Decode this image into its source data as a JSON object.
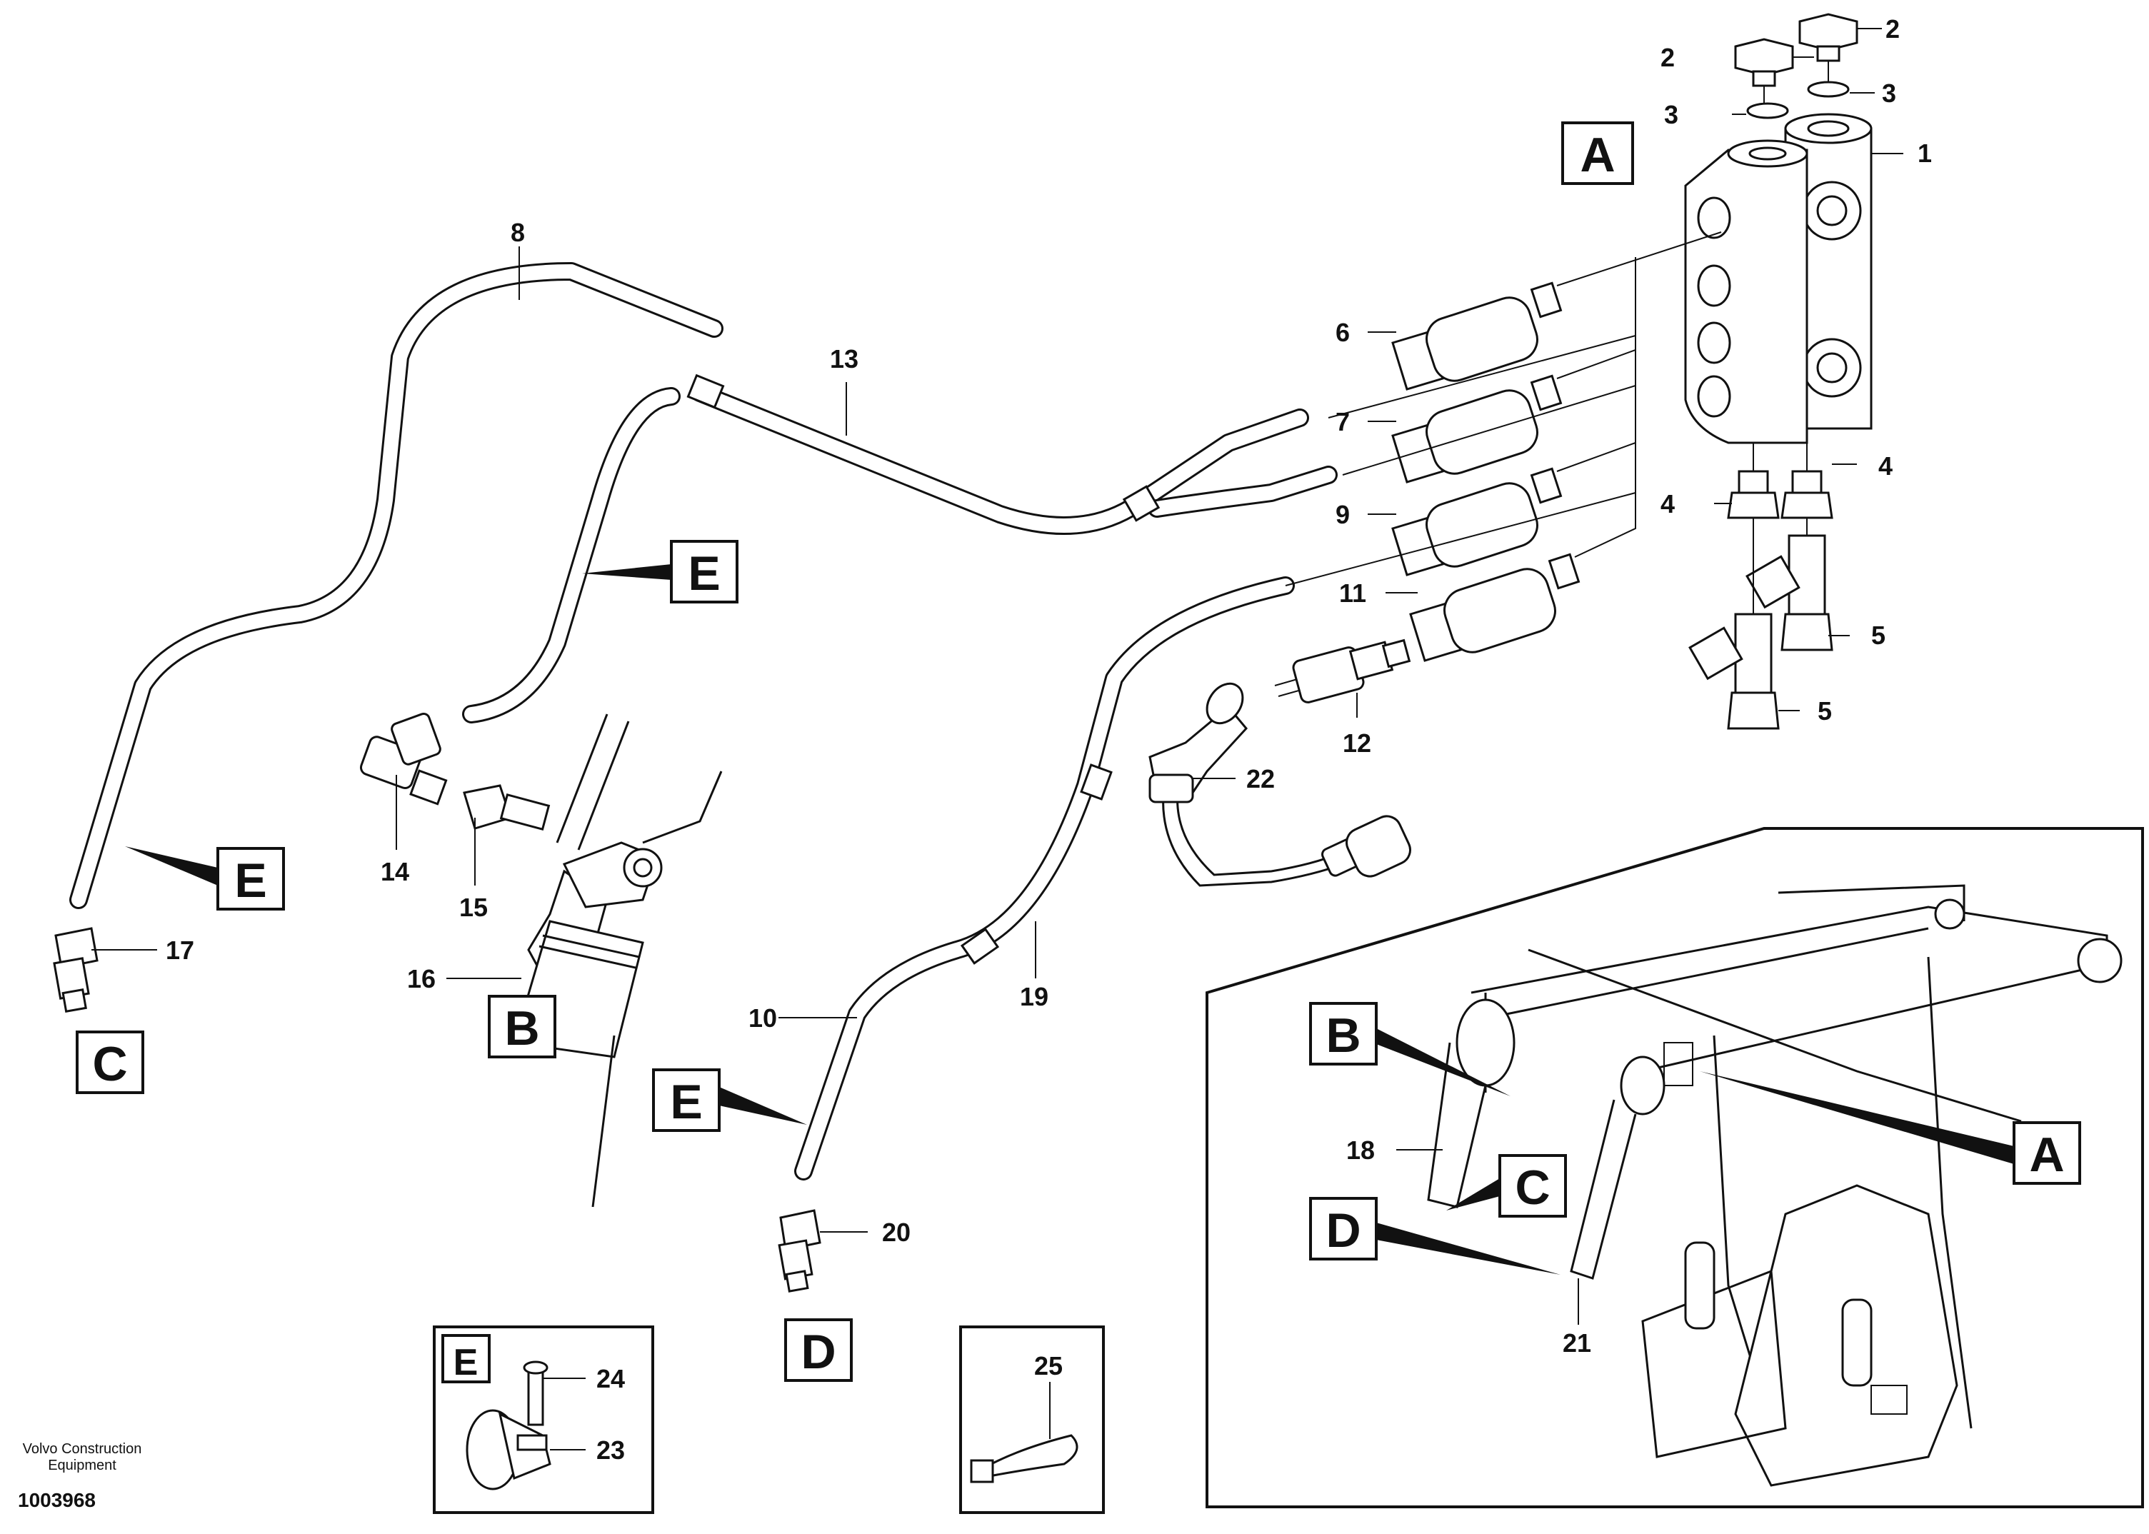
{
  "callouts": {
    "c1": "1",
    "c2a": "2",
    "c2b": "2",
    "c3a": "3",
    "c3b": "3",
    "c4a": "4",
    "c4b": "4",
    "c5a": "5",
    "c5b": "5",
    "c6": "6",
    "c7": "7",
    "c8": "8",
    "c9": "9",
    "c10": "10",
    "c11": "11",
    "c12": "12",
    "c13": "13",
    "c14": "14",
    "c15": "15",
    "c16": "16",
    "c17": "17",
    "c18": "18",
    "c19": "19",
    "c20": "20",
    "c21": "21",
    "c22": "22",
    "c23": "23",
    "c24": "24",
    "c25": "25"
  },
  "letters": {
    "A": "A",
    "B": "B",
    "C": "C",
    "D": "D",
    "E": "E"
  },
  "footer": {
    "credit_line1": "Volvo Construction",
    "credit_line2": "Equipment",
    "doc_number": "1003968"
  }
}
